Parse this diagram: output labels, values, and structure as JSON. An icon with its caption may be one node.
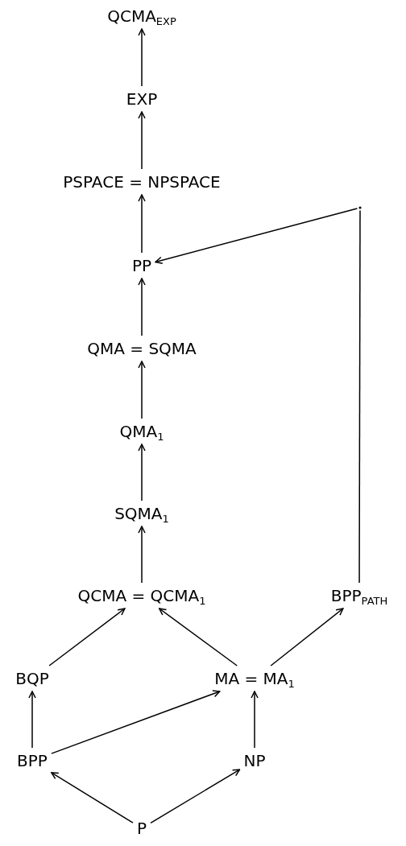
{
  "diagram": {
    "nodes": [
      {
        "text": [
          "QCMA$_{EXP}$"
        ]
      },
      {
        "text": [
          "EXP"
        ]
      },
      {
        "text": [
          "PSPACE = NPSPACE"
        ]
      },
      {
        "text": [
          "PP"
        ]
      },
      {
        "text": [
          "QMA = SQMA"
        ]
      },
      {
        "text": [],
        "shape": "circle"
      },
      {
        "text": [
          "QMA$_{1}$"
        ]
      },
      {
        "text": [
          "SQMA$_{1}$"
        ]
      },
      {
        "text": [
          "QCMA = QCMA$_{1}$"
        ]
      },
      {
        "text": [
          "BPP$_{PATH}$"
        ]
      },
      {
        "text": [
          "BQP"
        ]
      },
      {
        "text": [
          "MA = MA$_{1}$"
        ]
      },
      {
        "text": [
          "BPP"
        ]
      },
      {
        "text": [
          "NP"
        ]
      },
      {
        "text": [
          "P"
        ]
      }
    ],
    "edges": [
      {
        "from": 1,
        "to": 0,
        "arrow": "to"
      },
      {
        "from": 2,
        "to": 1,
        "arrow": "to"
      },
      {
        "from": 3,
        "to": 2,
        "arrow": "to"
      },
      {
        "from": 4,
        "to": 3,
        "arrow": "to"
      },
      {
        "from": 6,
        "to": 4,
        "arrow": "to"
      },
      {
        "from": 7,
        "to": 6,
        "arrow": "to"
      },
      {
        "from": 8,
        "to": 7,
        "arrow": "to"
      },
      {
        "from": 10,
        "to": 8,
        "arrow": "to"
      },
      {
        "from": 11,
        "to": 8,
        "arrow": "to"
      },
      {
        "from": 11,
        "to": 9,
        "arrow": "to"
      },
      {
        "from": 12,
        "to": 10,
        "arrow": "to"
      },
      {
        "from": 12,
        "to": 11,
        "arrow": "to"
      },
      {
        "from": 13,
        "to": 11,
        "arrow": "to"
      },
      {
        "from": 14,
        "to": 12,
        "arrow": "to"
      },
      {
        "from": 14,
        "to": 13,
        "arrow": "to"
      },
      {
        "from": 9,
        "to": 5,
        "arrow": "none"
      },
      {
        "from": 5,
        "to": 3,
        "arrow": "to"
      }
    ]
  }
}
